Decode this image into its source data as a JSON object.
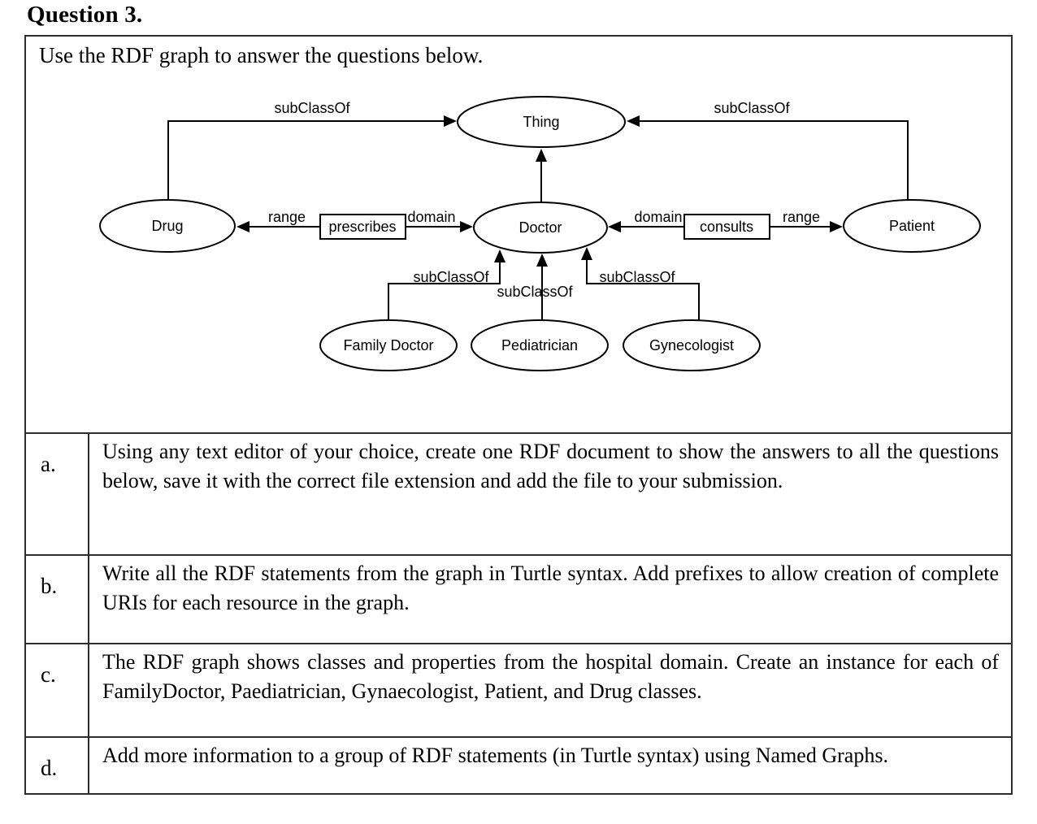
{
  "page": {
    "title": "Question 3."
  },
  "table": {
    "intro": "Use the RDF graph to answer the questions below.",
    "rows": [
      {
        "label": "a.",
        "text": "Using any text editor of your choice, create one RDF document to show the answers to all the questions below, save it with the correct file extension and add the file to your submission."
      },
      {
        "label": "b.",
        "text": "Write all the RDF statements from the graph in Turtle syntax.  Add prefixes to allow creation of complete URIs for each resource in the graph."
      },
      {
        "label": "c.",
        "text": "The RDF graph shows classes and properties from the hospital domain. Create an instance for each of FamilyDoctor, Paediatrician, Gynaecologist, Patient, and Drug classes."
      },
      {
        "label": "d.",
        "text": "Add more information to a group of RDF statements (in Turtle syntax) using Named Graphs."
      }
    ]
  },
  "diagram": {
    "colors": {
      "stroke": "#000000",
      "fill": "#ffffff"
    },
    "nodes": {
      "thing": "Thing",
      "drug": "Drug",
      "doctor": "Doctor",
      "patient": "Patient",
      "family_doctor": "Family Doctor",
      "pediatrician": "Pediatrician",
      "gynecologist": "Gynecologist"
    },
    "properties": {
      "prescribes": "prescribes",
      "consults": "consults"
    },
    "edge_labels": {
      "subclassof_drug": "subClassOf",
      "subclassof_patient": "subClassOf",
      "subclassof_family_doctor": "subClassOf",
      "subclassof_pediatrician": "subClassOf",
      "subclassof_gynecologist": "subClassOf",
      "range_prescribes": "range",
      "domain_prescribes": "domain",
      "domain_consults": "domain",
      "range_consults": "range"
    }
  }
}
